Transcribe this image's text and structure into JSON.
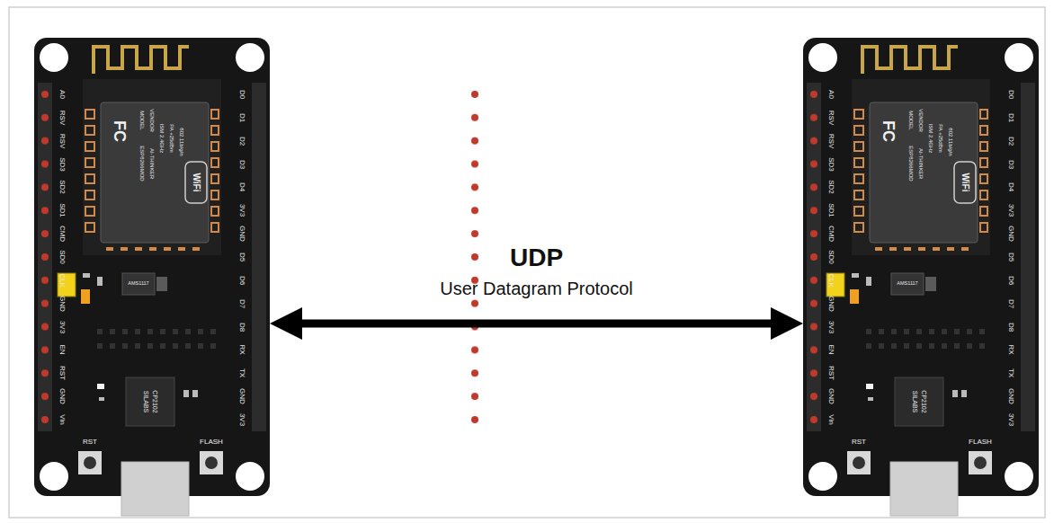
{
  "diagram": {
    "nodes": [
      {
        "text": [
          "A0",
          "RSV",
          "RSV",
          "SD3",
          "SD2",
          "SD1",
          "CMD",
          "SD0",
          "CLK",
          "GND",
          "3V3",
          "EN",
          "RST",
          "GND",
          "Vin",
          "D0",
          "D1",
          "D2",
          "D3",
          "D4",
          "3V3",
          "GND",
          "D5",
          "D6",
          "D7",
          "D8",
          "RX",
          "TX",
          "GND",
          "3V3",
          "FC",
          "MODEL",
          "ESP8266MOD",
          "VENDOR",
          "AI-THINKER",
          "ISM 2.4GHz",
          "PA +25dBm",
          "802.11b/g/n",
          "WiFi",
          "AMS1117",
          "SILABS",
          "CP2102",
          "RST",
          "FLASH"
        ]
      },
      {
        "text": [
          "A0",
          "RSV",
          "RSV",
          "SD3",
          "SD2",
          "SD1",
          "CMD",
          "SD0",
          "CLK",
          "GND",
          "3V3",
          "EN",
          "RST",
          "GND",
          "Vin",
          "D0",
          "D1",
          "D2",
          "D3",
          "D4",
          "3V3",
          "GND",
          "D5",
          "D6",
          "D7",
          "D8",
          "RX",
          "TX",
          "GND",
          "3V3",
          "FC",
          "MODEL",
          "ESP8266MOD",
          "VENDOR",
          "AI-THINKER",
          "ISM 2.4GHz",
          "PA +25dBm",
          "802.11b/g/n",
          "WiFi",
          "AMS1117",
          "SILABS",
          "CP2102",
          "RST",
          "FLASH"
        ]
      }
    ],
    "edges": [
      {
        "from": 0,
        "to": 1,
        "arrow": "both",
        "label": "UDP"
      }
    ],
    "labels": [
      "User Datagram Protocol"
    ]
  }
}
